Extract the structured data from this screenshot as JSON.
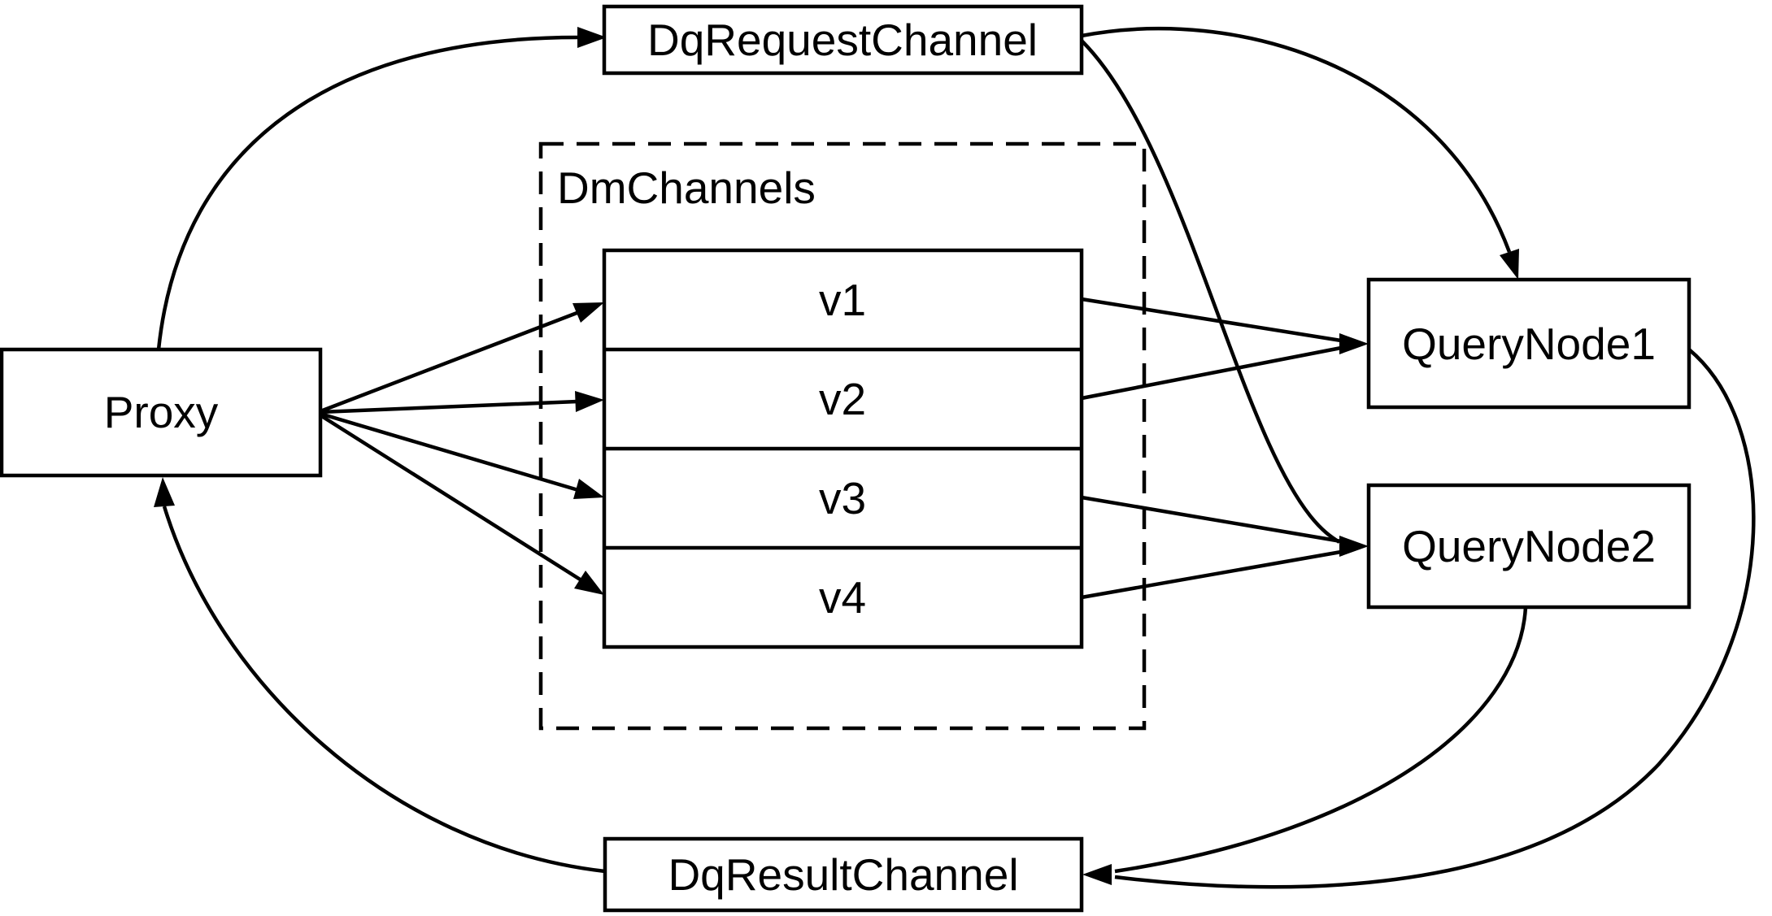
{
  "diagram": {
    "kind": "flow-diagram",
    "background_color": "#ffffff",
    "stroke_color": "#000000",
    "nodes": [
      {
        "id": "dq_request_channel",
        "label": "DqRequestChannel",
        "shape": "rect"
      },
      {
        "id": "proxy",
        "label": "Proxy",
        "shape": "rect"
      },
      {
        "id": "dm_channels",
        "label": "DmChannels",
        "shape": "dashed-group"
      },
      {
        "id": "v1",
        "label": "v1",
        "shape": "table-row"
      },
      {
        "id": "v2",
        "label": "v2",
        "shape": "table-row"
      },
      {
        "id": "v3",
        "label": "v3",
        "shape": "table-row"
      },
      {
        "id": "v4",
        "label": "v4",
        "shape": "table-row"
      },
      {
        "id": "query_node_1",
        "label": "QueryNode1",
        "shape": "rect"
      },
      {
        "id": "query_node_2",
        "label": "QueryNode2",
        "shape": "rect"
      },
      {
        "id": "dq_result_channel",
        "label": "DqResultChannel",
        "shape": "rect"
      }
    ],
    "edges": [
      {
        "from": "proxy",
        "to": "dq_request_channel",
        "style": "curved-arrow"
      },
      {
        "from": "dq_request_channel",
        "to": "query_node_1",
        "style": "curved-arrow"
      },
      {
        "from": "dq_request_channel",
        "to": "query_node_2",
        "style": "curved-arrow"
      },
      {
        "from": "proxy",
        "to": "v1",
        "style": "straight-arrow"
      },
      {
        "from": "proxy",
        "to": "v2",
        "style": "straight-arrow"
      },
      {
        "from": "proxy",
        "to": "v3",
        "style": "straight-arrow"
      },
      {
        "from": "proxy",
        "to": "v4",
        "style": "straight-arrow"
      },
      {
        "from": "v1",
        "to": "query_node_1",
        "style": "straight-arrow"
      },
      {
        "from": "v2",
        "to": "query_node_1",
        "style": "straight-arrow"
      },
      {
        "from": "v3",
        "to": "query_node_2",
        "style": "straight-arrow"
      },
      {
        "from": "v4",
        "to": "query_node_2",
        "style": "straight-arrow"
      },
      {
        "from": "query_node_1",
        "to": "dq_result_channel",
        "style": "curved-arrow"
      },
      {
        "from": "query_node_2",
        "to": "dq_result_channel",
        "style": "curved-arrow"
      },
      {
        "from": "dq_result_channel",
        "to": "proxy",
        "style": "curved-arrow"
      }
    ]
  }
}
